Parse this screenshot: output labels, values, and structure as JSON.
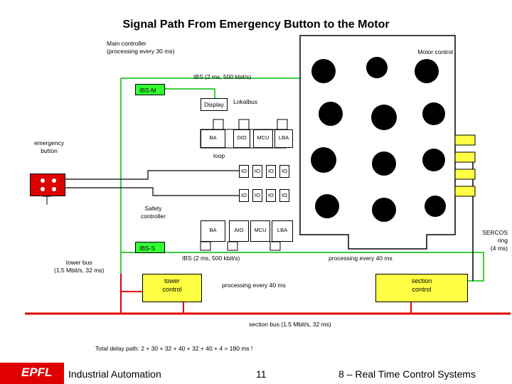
{
  "title": "Signal Path From Emergency Button to the Motor",
  "labels": {
    "main_controller": [
      "Main controller",
      "(processing every 30 ms)"
    ],
    "motor_control": "Motor control",
    "ibs_top": "IBS (2 ms, 500 kbit/s)",
    "ibs_m": "IBS-M",
    "display": "Display",
    "lokalbus": "Lokalbus",
    "ba_top": "BA",
    "dio": "DIO",
    "mcu_top": "MCU",
    "lba_top": "LBA",
    "emergency_button": [
      "emergency",
      "button"
    ],
    "loop": "loop",
    "io": "IO",
    "safety_controller": [
      "Safety",
      "controller"
    ],
    "ba_bottom": "BA",
    "aio": "AIO",
    "mcu_bottom": "MCU",
    "lba_bottom": "LBA",
    "ibs_s": "IBS-S",
    "ibs_bottom": "IBS (2 ms, 500 kbit/s)",
    "processing_40_right": "processing every 40 ms",
    "sercos_ring": [
      "SERCOS",
      "ring",
      "(4 ms)"
    ],
    "tower_bus": [
      "tower bus",
      "(1.5 Mbit/s, 32 ms)"
    ],
    "tower_control": [
      "tower",
      "control"
    ],
    "processing_40_mid": "processing every 40 ms",
    "section_control": [
      "section",
      "control"
    ],
    "section_bus": "section bus (1.5 Mbit/s, 32 ms)",
    "total_delay": "Total delay path: 2 + 30 + 32 + 40 + 32 + 40 + 4 = 180 ms !"
  },
  "footer": {
    "logo": "EPFL",
    "left": "Industrial Automation",
    "page": "11",
    "right": "8 – Real Time Control Systems"
  },
  "colors": {
    "red_bus": "#e00000",
    "green_line": "#00bb00",
    "green_box": "#33ff33",
    "yellow_box": "#ffff44",
    "button_red": "#dd0000"
  }
}
